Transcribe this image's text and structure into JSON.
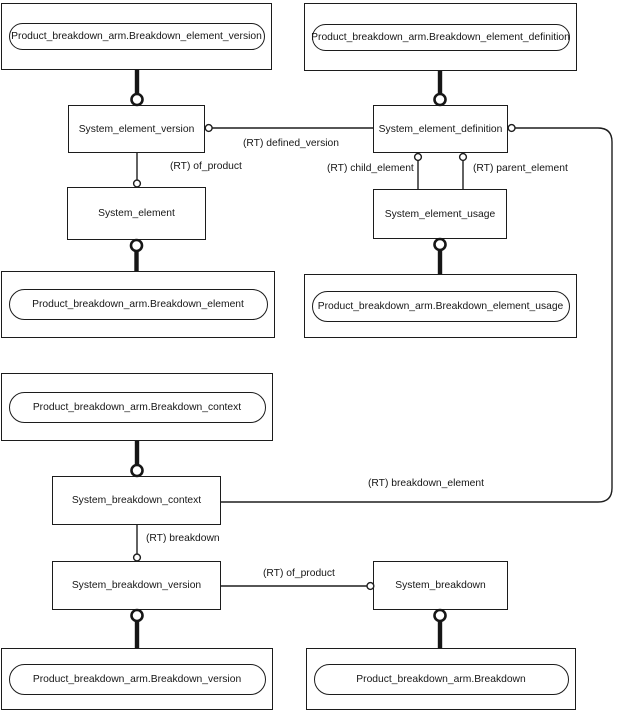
{
  "nodes": {
    "breakdown_element_version": "Product_breakdown_arm.Breakdown_element_version",
    "breakdown_element_definition": "Product_breakdown_arm.Breakdown_element_definition",
    "breakdown_element": "Product_breakdown_arm.Breakdown_element",
    "breakdown_element_usage": "Product_breakdown_arm.Breakdown_element_usage",
    "breakdown_context": "Product_breakdown_arm.Breakdown_context",
    "breakdown_version": "Product_breakdown_arm.Breakdown_version",
    "breakdown": "Product_breakdown_arm.Breakdown"
  },
  "entities": {
    "system_element_version": "System_element_version",
    "system_element_definition": "System_element_definition",
    "system_element": "System_element",
    "system_element_usage": "System_element_usage",
    "system_breakdown_context": "System_breakdown_context",
    "system_breakdown_version": "System_breakdown_version",
    "system_breakdown": "System_breakdown"
  },
  "relations": {
    "defined_version": "(RT) defined_version",
    "of_product": "(RT) of_product",
    "child_element": "(RT) child_element",
    "parent_element": "(RT) parent_element",
    "breakdown_element": "(RT) breakdown_element",
    "breakdown": "(RT) breakdown",
    "of_product_2": "(RT) of_product"
  },
  "colors": {
    "line": "#1a1a1a",
    "background": "#ffffff"
  }
}
